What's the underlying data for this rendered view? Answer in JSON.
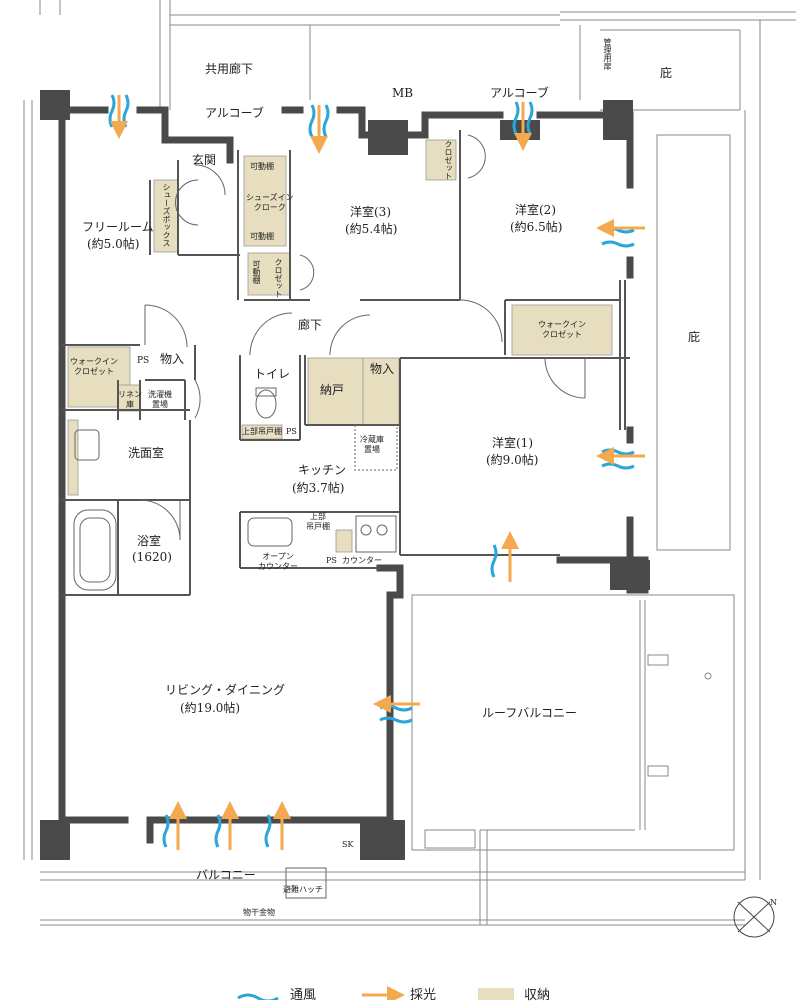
{
  "colors": {
    "wall": "#4a4a4a",
    "line": "#777777",
    "storage": "#e7ddbf",
    "wind": "#2aa6d8",
    "light": "#f4a94f"
  },
  "rooms": {
    "common_corridor": "共用廊下",
    "alcove_left": "アルコーブ",
    "alcove_right": "アルコーブ",
    "mb": "MB",
    "management": "管理用扉",
    "eaves_top": "庇",
    "eaves_right": "庇",
    "entrance": "玄関",
    "free_room": "フリールーム",
    "free_room_size": "(約5.0帖)",
    "shoes_box": "シューズボックス",
    "movable_shelf_1": "可動棚",
    "shoes_in_cloak": "シューズイン\nクローク",
    "movable_shelf_2": "可動棚",
    "movable_shelf_3": "可動棚",
    "closet_3": "クロゼット",
    "closet_2": "クロゼット",
    "western_3": "洋室(3)",
    "western_3_size": "(約5.4帖)",
    "western_2": "洋室(2)",
    "western_2_size": "(約6.5帖)",
    "corridor": "廊下",
    "walk_in_closet_1": "ウォークイン\nクロゼット",
    "walk_in_closet_2": "ウォークイン\nクロゼット",
    "ps_1": "PS",
    "storage_1": "物入",
    "storage_2": "物入",
    "linen": "リネン\n庫",
    "washer": "洗濯機\n置場",
    "toilet": "トイレ",
    "nando": "納戸",
    "upper_cabinet_1": "上部吊戸棚",
    "ps_2": "PS",
    "fridge": "冷蔵庫\n置場",
    "washroom": "洗面室",
    "kitchen": "キッチン",
    "kitchen_size": "(約3.7帖)",
    "western_1": "洋室(1)",
    "western_1_size": "(約9.0帖)",
    "bathroom": "浴室",
    "bathroom_size": "(1620)",
    "upper_cabinet_2": "上部\n吊戸棚",
    "open_counter": "オープン\nカウンター",
    "ps_3": "PS",
    "counter": "カウンター",
    "living": "リビング・ダイニング",
    "living_size": "(約19.0帖)",
    "roof_balcony": "ルーフバルコニー",
    "balcony": "バルコニー",
    "escape_hatch": "避難ハッチ",
    "drying_hardware": "物干金物",
    "sk": "SK"
  },
  "compass": "N",
  "legend": {
    "wind": "通風",
    "light": "採光",
    "storage": "収納"
  }
}
